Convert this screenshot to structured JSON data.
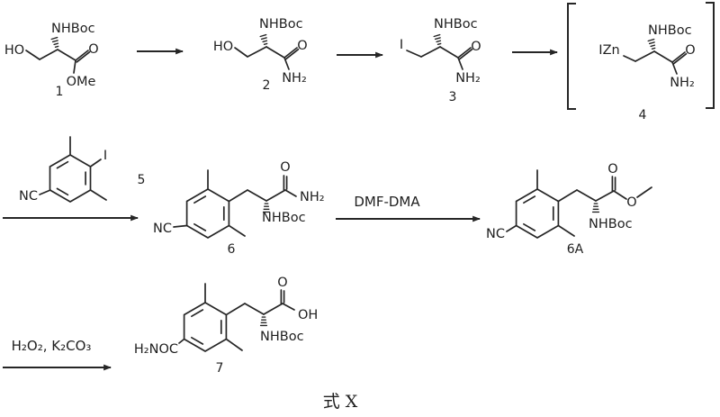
{
  "caption": "式 X",
  "compounds": {
    "c1": {
      "num": "1",
      "ho": "HO",
      "nhboc": "NHBoc",
      "o": "O",
      "ome": "OMe"
    },
    "c2": {
      "num": "2",
      "ho": "HO",
      "nhboc": "NHBoc",
      "o": "O",
      "nh2": "NH₂"
    },
    "c3": {
      "num": "3",
      "i": "I",
      "nhboc": "NHBoc",
      "o": "O",
      "nh2": "NH₂"
    },
    "c4": {
      "num": "4",
      "izn": "IZn",
      "nhboc": "NHBoc",
      "o": "O",
      "nh2": "NH₂"
    },
    "c5": {
      "num": "5",
      "nc": "NC",
      "i": "I"
    },
    "c6": {
      "num": "6",
      "nc": "NC",
      "o": "O",
      "nh2": "NH₂",
      "nhboc": "NHBoc"
    },
    "c6a": {
      "num": "6A",
      "nc": "NC",
      "o_top": "O",
      "o_ester": "O",
      "nhboc": "NHBoc"
    },
    "c7": {
      "num": "7",
      "h2noc": "H₂NOC",
      "o": "O",
      "oh": "OH",
      "nhboc": "NHBoc"
    }
  },
  "reagents": {
    "step6_to_6a": "DMF-DMA",
    "step6a_to_7": "H₂O₂, K₂CO₃"
  }
}
